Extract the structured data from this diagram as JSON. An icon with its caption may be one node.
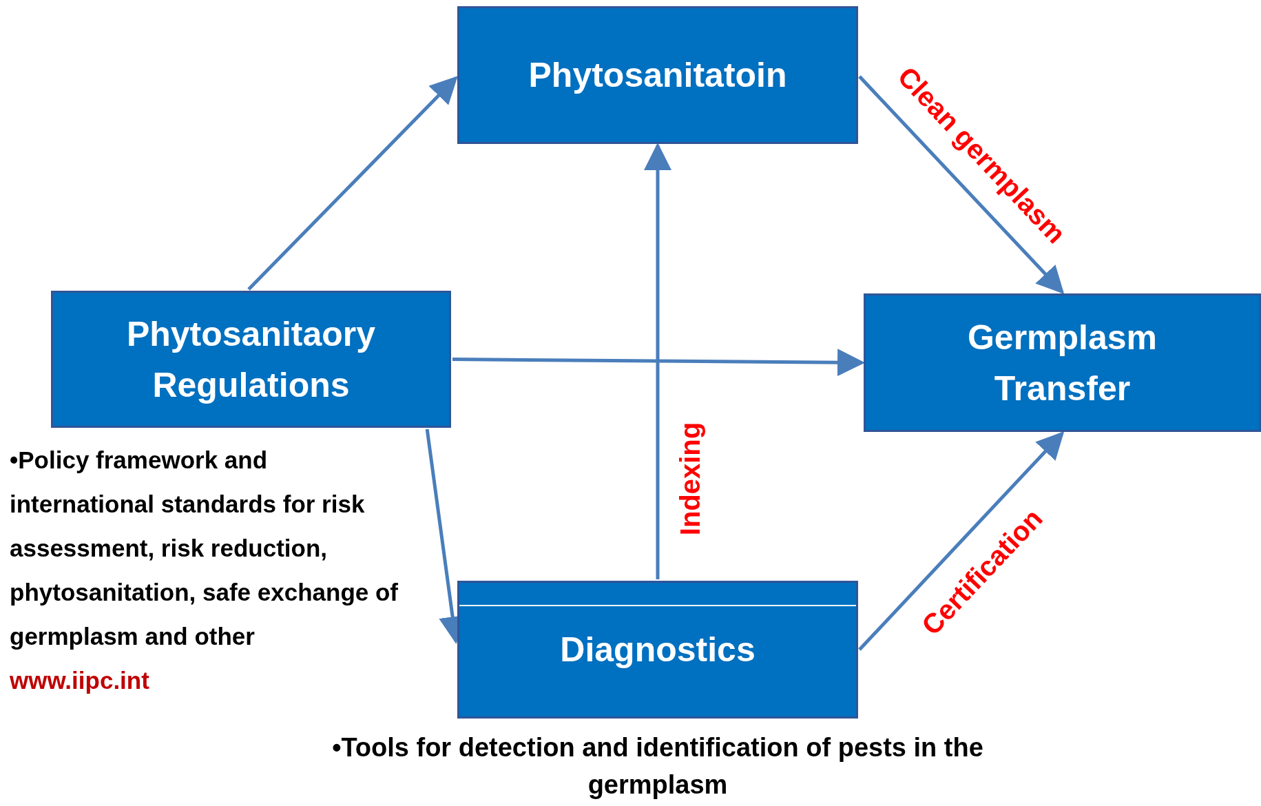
{
  "diagram": {
    "nodes": [
      {
        "text": [
          "Phytosanitatoin"
        ]
      },
      {
        "text": [
          "Phytosanitaory Regulations"
        ],
        "beside": [
          "•Policy framework and international standards for risk assessment, risk reduction, phytosanitation, safe exchange of germplasm and other",
          "www.iipc.int"
        ]
      },
      {
        "text": [
          "Germplasm Transfer"
        ]
      },
      {
        "text": [
          "Diagnostics"
        ],
        "beside": [
          "•Tools for detection and identification of pests in the germplasm"
        ]
      }
    ],
    "edges": [
      {
        "from": 1,
        "to": 0,
        "arrow": "to"
      },
      {
        "from": 0,
        "to": 2,
        "arrow": "to",
        "label": "Clean germplasm"
      },
      {
        "from": 1,
        "to": 2,
        "arrow": "to"
      },
      {
        "from": 3,
        "to": 0,
        "arrow": "to",
        "label": "Indexing"
      },
      {
        "from": 1,
        "to": 3,
        "arrow": "to"
      },
      {
        "from": 3,
        "to": 2,
        "arrow": "to",
        "label": "Certification"
      }
    ]
  }
}
